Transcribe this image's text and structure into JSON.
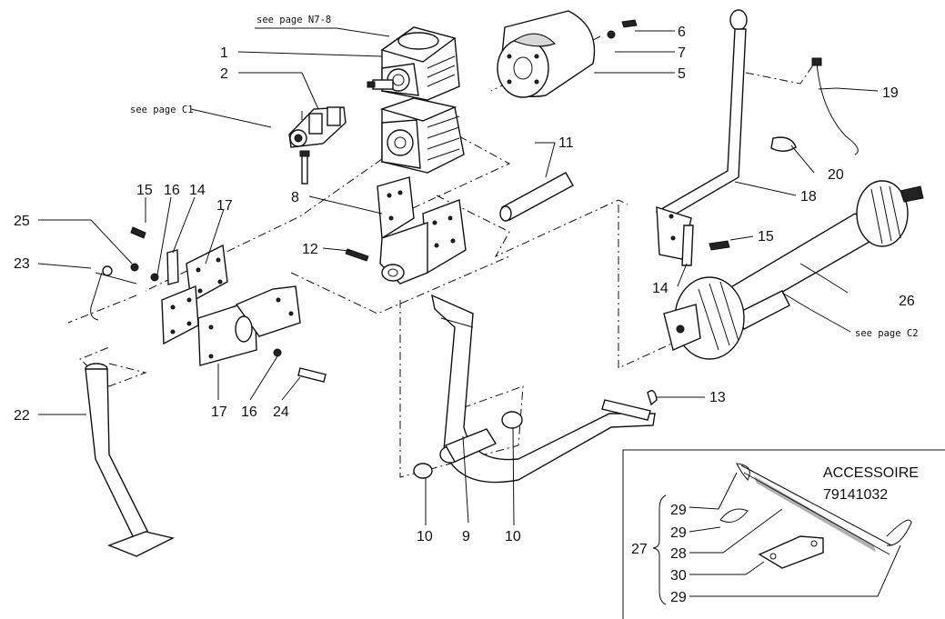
{
  "refs": {
    "n7_8": "see page N7-8",
    "c1": "see page C1",
    "c2": "see page C2"
  },
  "accessory": {
    "title": "ACCESSOIRE",
    "code": "79141032",
    "group": "27"
  },
  "callouts": {
    "c1": "1",
    "c2": "2",
    "c5": "5",
    "c6": "6",
    "c7": "7",
    "c8": "8",
    "c9": "9",
    "c10a": "10",
    "c10b": "10",
    "c11": "11",
    "c12": "12",
    "c13": "13",
    "c14a": "14",
    "c14b": "14",
    "c15a": "15",
    "c15b": "15",
    "c16a": "16",
    "c16b": "16",
    "c17a": "17",
    "c17b": "17",
    "c18": "18",
    "c19": "19",
    "c20": "20",
    "c22": "22",
    "c23": "23",
    "c24": "24",
    "c25": "25",
    "c26": "26",
    "a29a": "29",
    "a29b": "29",
    "a28": "28",
    "a30": "30",
    "a29c": "29"
  }
}
